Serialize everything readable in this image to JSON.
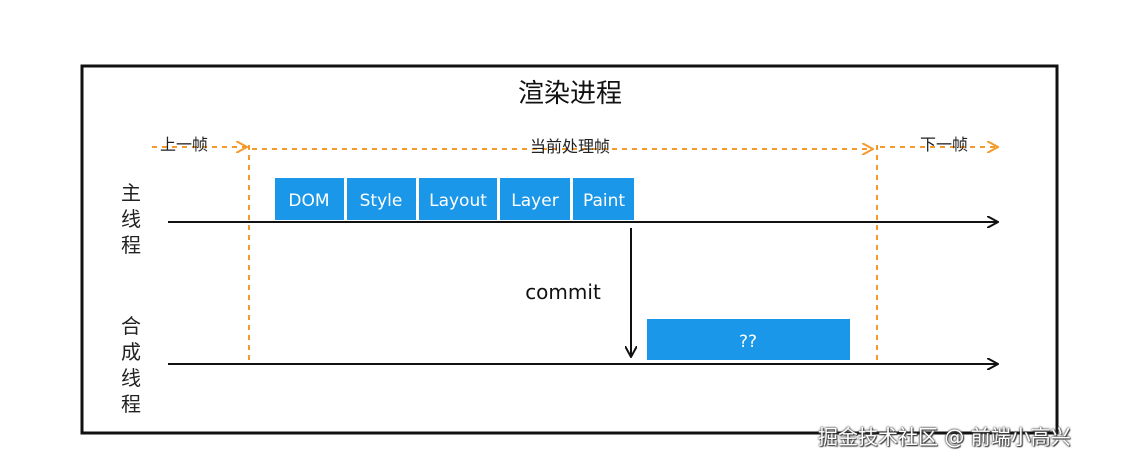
{
  "title": "渲染进程",
  "frames": {
    "previous": "上一帧",
    "current": "当前处理帧",
    "next": "下一帧"
  },
  "threads": {
    "main": "主线程",
    "compositor": "合成线程"
  },
  "main_tasks": [
    "DOM",
    "Style",
    "Layout",
    "Layer",
    "Paint"
  ],
  "compositor_task": "??",
  "commit_label": "commit",
  "watermark": "掘金技术社区 @ 前端小高兴",
  "colors": {
    "task_block": "#1a97e8",
    "frame_marker": "#f39a2b",
    "line": "#111111"
  }
}
